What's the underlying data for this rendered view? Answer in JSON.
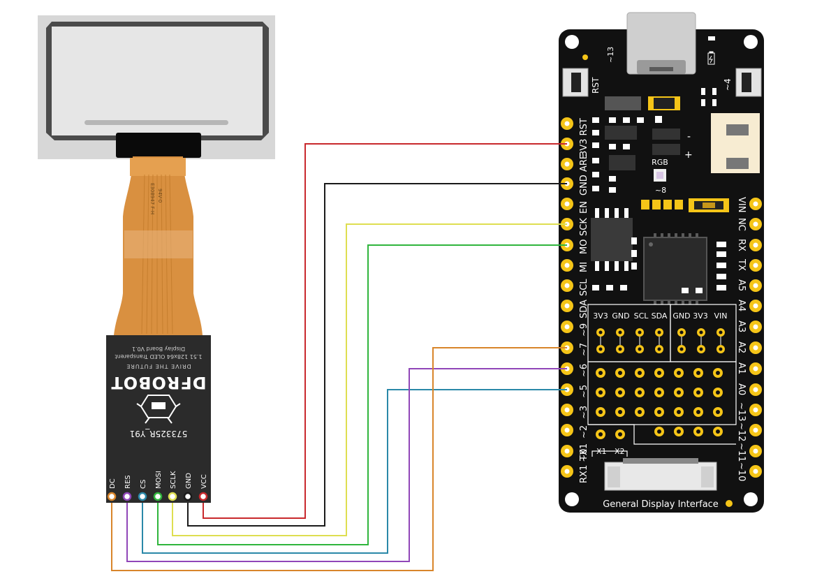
{
  "oled_module": {
    "brand": "DFROBOT",
    "tagline": "DRIVE THE FUTURE",
    "board_line1": "1.51 128x64 OLED Transparent",
    "board_line2": "Display Board V0.1",
    "serial": "573325R_Y91",
    "flex_text1": "E308947 F-H",
    "flex_text2": "94V-0",
    "pins": [
      "DC",
      "RES",
      "CS",
      "MOSI",
      "SCLK",
      "GND",
      "VCC"
    ]
  },
  "controller_board": {
    "left_pins": [
      "3V3 RST",
      "GND ARE",
      "EN",
      "SCK",
      "MO",
      "MI",
      "SCL",
      "SDA",
      "~9",
      "~7",
      "~6",
      "~5",
      "~3",
      "~2",
      "TX1",
      "RX1 ~0"
    ],
    "right_pins": [
      "VIN",
      "NC",
      "RX",
      "TX",
      "A5",
      "A4",
      "A3",
      "A2",
      "A1",
      "A0",
      "~13",
      "~12",
      "~11",
      "~10"
    ],
    "top_labels": {
      "rst": "RST",
      "d13": "~13",
      "d4": "~4"
    },
    "rgb_label": "RGB",
    "rgb_pin": "~8",
    "header_group1": [
      "3V3",
      "GND",
      "SCL",
      "SDA"
    ],
    "header_group2": [
      "GND",
      "3V3",
      "VIN"
    ],
    "x1": "X1",
    "x2": "X2",
    "gdi_label": "General Display Interface",
    "battery_minus": "-",
    "battery_plus": "+"
  },
  "wires": [
    {
      "from": "VCC",
      "to": "3V3",
      "color": "#c8282c"
    },
    {
      "from": "GND",
      "to": "GND",
      "color": "#1a1a1a"
    },
    {
      "from": "SCLK",
      "to": "SCK",
      "color": "#dede50"
    },
    {
      "from": "MOSI",
      "to": "MO",
      "color": "#2fb53c"
    },
    {
      "from": "DC",
      "to": "~7",
      "color": "#d8852a"
    },
    {
      "from": "RES",
      "to": "~6",
      "color": "#9046b8"
    },
    {
      "from": "CS",
      "to": "~5",
      "color": "#2a88a8"
    }
  ]
}
